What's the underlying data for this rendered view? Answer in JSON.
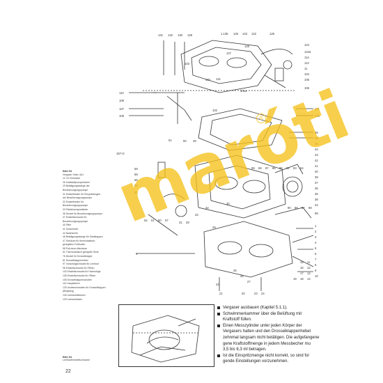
{
  "page_number": "22",
  "watermark": {
    "text": "maróti",
    "mark": "®",
    "color": "#f6c21c"
  },
  "figure53": {
    "title": "Bild 53",
    "subtitle": "Vergaser Solex 4A1",
    "items": [
      "11 CO-Schraube",
      "26 Kraftstoffpumpenhebel",
      "29 Betätigungsstange der",
      "Beschleunigungspumpe",
      "31 Einstellmutter für Einspritzbeginn",
      "der Beschleunigungspumpe",
      "32 Einstellmutter für",
      "Beschleunigungspumpe",
      "33 Pilotdüsenspiralfeder",
      "36 Deckel für Beschleunigungspumpe",
      "37 Einstellschraube für",
      "Beschleunigungspumpe",
      "40 Filter",
      "41 Schwimmer",
      "44 Nadelventil",
      "46 Betätigungsstange für Startklappen",
      "47 Gehäuse für thermostatisch",
      "geregelten Fußboden",
      "58 Pull-down-Membran",
      "61 Thermostatisch geregelte Serie",
      "76 Deckel für Drosselklappe",
      "81 Drosselklappenhüber",
      "97 Vorschlagschraube für Leerlauf",
      "98 Einstellschraube für Öffnen",
      "103 Einstellschraube für Fadendüge",
      "105 Einstellschraube für Öffnen",
      "106 Drosselklappenschalter",
      "114 Hauptdüsen",
      "125 Justierschrauben für Drosselklappen",
      "(Bergfang)",
      "126 Leerlaufluftdüsen",
      "129 Leerlaufdüsen"
    ]
  },
  "figure54": {
    "title": "Bild 54",
    "subtitle": "Leerlaufeinstellschraube"
  },
  "steps": [
    [
      "Vergaser ausbauen (Kapitel 5.1.1)."
    ],
    [
      "Schwimmerkammer über die Belüftung mit",
      "Kraftstoff füllen."
    ],
    [
      "Einen Messzylinder unter jeden Körper der",
      "Vergasers halten und den Drosselklappenhebel",
      "zehnmal langsam nicht betätigen. Die aufgefangene",
      "gene Kraftstoffmenge in jedem Messbecher mu",
      "3,5 bis 6,3 ml betragen."
    ],
    [
      "Ist die Einspritzmenge nicht korrekt, so sind fol",
      "gende Einstellungen vorzunehmen."
    ]
  ],
  "diagram_labels": {
    "top": [
      "131",
      "132",
      "130",
      "128",
      "1.135",
      "126",
      "123",
      "122",
      "128",
      "124",
      "124a",
      "114",
      "113",
      "11",
      "104",
      "105",
      "106",
      "103",
      "102",
      "121",
      "127",
      "125",
      "101a"
    ],
    "left": [
      "110",
      "109",
      "107",
      "108",
      "157-O",
      "59",
      "58",
      "56",
      "55",
      "52",
      "1",
      "51",
      "50",
      "49"
    ],
    "middle": [
      "62",
      "61",
      "60",
      "57",
      "32",
      "33",
      "31",
      "28",
      "29",
      "21",
      "22",
      "20",
      "23",
      "24",
      "25",
      "26",
      "27",
      "30"
    ],
    "right": [
      "102",
      "101",
      "100",
      "48",
      "46",
      "45",
      "44",
      "43",
      "42",
      "41",
      "40",
      "39",
      "37",
      "36",
      "35",
      "38",
      "34",
      "82",
      "83",
      "84",
      "85",
      "86",
      "87",
      "88",
      "89",
      "90",
      "96",
      "97",
      "98",
      "99",
      "1",
      "2",
      "3",
      "4",
      "5",
      "6",
      "7",
      "8",
      "9",
      "10",
      "11",
      "12",
      "13",
      "14",
      "15",
      "16",
      "17",
      "18",
      "19"
    ]
  }
}
